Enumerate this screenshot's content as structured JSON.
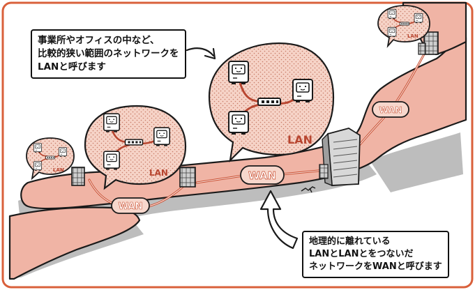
{
  "note_top": {
    "line1": "事業所やオフィスの中など、",
    "line2": "比較的狭い範囲のネットワークを",
    "line3": "LANと呼びます"
  },
  "note_bottom": {
    "line1": "地理的に離れている",
    "line2": "LANとLANとをつないだ",
    "line3": "ネットワークをWANと呼びます"
  },
  "labels": {
    "lan": "LAN",
    "wan": "WAN"
  },
  "colors": {
    "land": "#f0b4a5",
    "land_shadow": "#bdbdbd",
    "border": "#d9603b",
    "wan_line": "#c84a2c",
    "bubble_fill": "#f3c8bb",
    "ink": "#1a1a1a"
  }
}
